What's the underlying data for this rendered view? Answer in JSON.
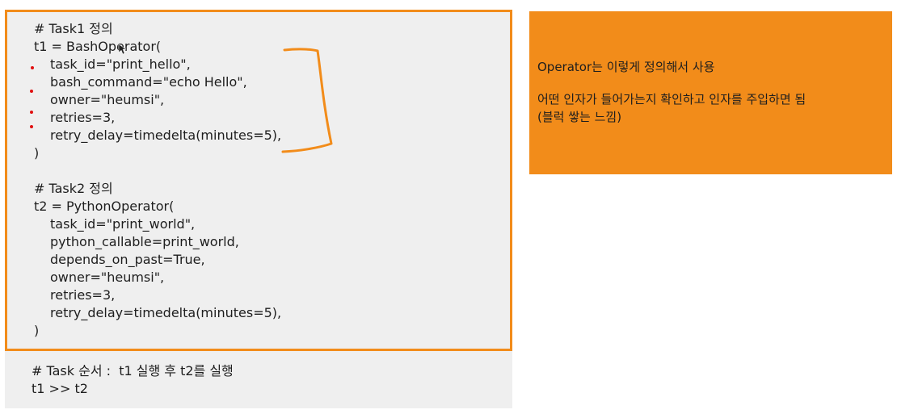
{
  "code_block": {
    "lines": [
      {
        "text": "# Task1 정의",
        "indent": false
      },
      {
        "text": "t1 = BashOperator(",
        "indent": false
      },
      {
        "text": "task_id=\"print_hello\",",
        "indent": true
      },
      {
        "text": "bash_command=\"echo Hello\",",
        "indent": true
      },
      {
        "text": "owner=\"heumsi\",",
        "indent": true
      },
      {
        "text": "retries=3,",
        "indent": true
      },
      {
        "text": "retry_delay=timedelta(minutes=5),",
        "indent": true
      },
      {
        "text": ")",
        "indent": false
      },
      {
        "text": "",
        "indent": false
      },
      {
        "text": "# Task2 정의",
        "indent": false
      },
      {
        "text": "t2 = PythonOperator(",
        "indent": false
      },
      {
        "text": "task_id=\"print_world\",",
        "indent": true
      },
      {
        "text": "python_callable=print_world,",
        "indent": true
      },
      {
        "text": "depends_on_past=True,",
        "indent": true
      },
      {
        "text": "owner=\"heumsi\",",
        "indent": true
      },
      {
        "text": "retries=3,",
        "indent": true
      },
      {
        "text": "retry_delay=timedelta(minutes=5),",
        "indent": true
      },
      {
        "text": ")",
        "indent": false
      }
    ]
  },
  "footer_block": {
    "lines": [
      "# Task 순서 :  t1 실행 후 t2를 실행",
      "t1 >> t2"
    ]
  },
  "note": {
    "line1": "Operator는 이렇게 정의해서 사용",
    "line2": "어떤 인자가 들어가는지 확인하고 인자를 주입하면 됨",
    "line3": "(블럭 쌓는 느낌)"
  },
  "colors": {
    "accent_orange": "#f28c1a",
    "panel_gray": "#efefef",
    "annotation_red": "#e01010"
  }
}
